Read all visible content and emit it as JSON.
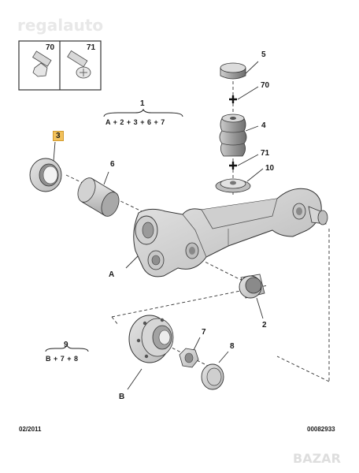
{
  "watermark": {
    "top": "regalauto",
    "bottom": "BAZAR"
  },
  "legend_box": {
    "left_ref": "70",
    "right_ref": "71"
  },
  "assemblies": {
    "a1": {
      "ref": "1",
      "formula": "A + 2 + 3 + 6 + 7"
    },
    "a9": {
      "ref": "9",
      "formula": "B + 7 + 8"
    }
  },
  "callouts": {
    "c3": "3",
    "c5": "5",
    "c70": "70",
    "c4": "4",
    "c71": "71",
    "c10": "10",
    "c6": "6",
    "cA": "A",
    "c2": "2",
    "c7": "7",
    "c8": "8",
    "cB": "B"
  },
  "highlight_color": "#f2c15b",
  "footer": {
    "date": "02/2011",
    "code": "00082933"
  }
}
